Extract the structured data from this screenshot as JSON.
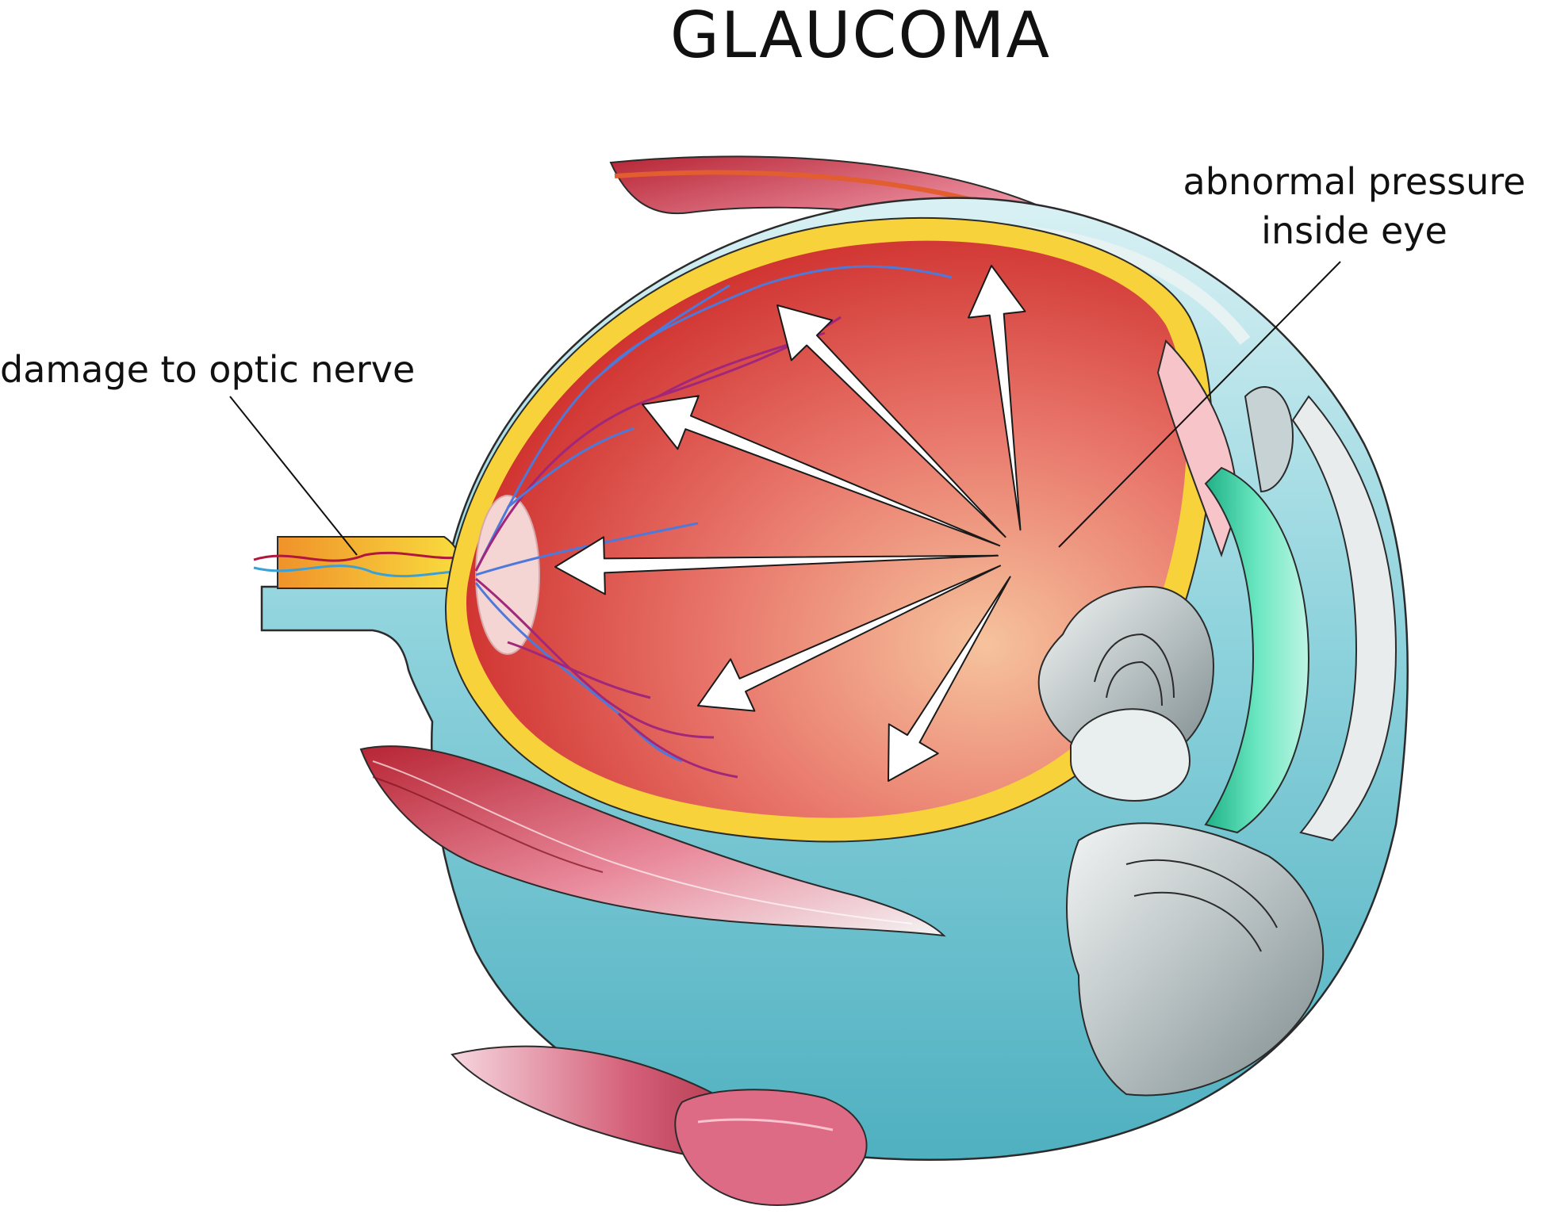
{
  "title": "GLAUCOMA",
  "labels": {
    "optic_nerve": "damage to optic nerve",
    "pressure_line1": "abnormal pressure",
    "pressure_line2": "inside eye"
  },
  "colors": {
    "interior_dark": "#c81d1d",
    "interior_light": "#f6c39d",
    "sclera_teal": "#86cfd9",
    "retina_yellow": "#f7d23a",
    "vein_blue": "#4f79d9",
    "vein_purple": "#a0277a",
    "lens_green": "#43d6a4",
    "muscle_red": "#b72534",
    "muscle_pink": "#e98a9c"
  },
  "icons": [
    "pressure-arrow-icon"
  ]
}
